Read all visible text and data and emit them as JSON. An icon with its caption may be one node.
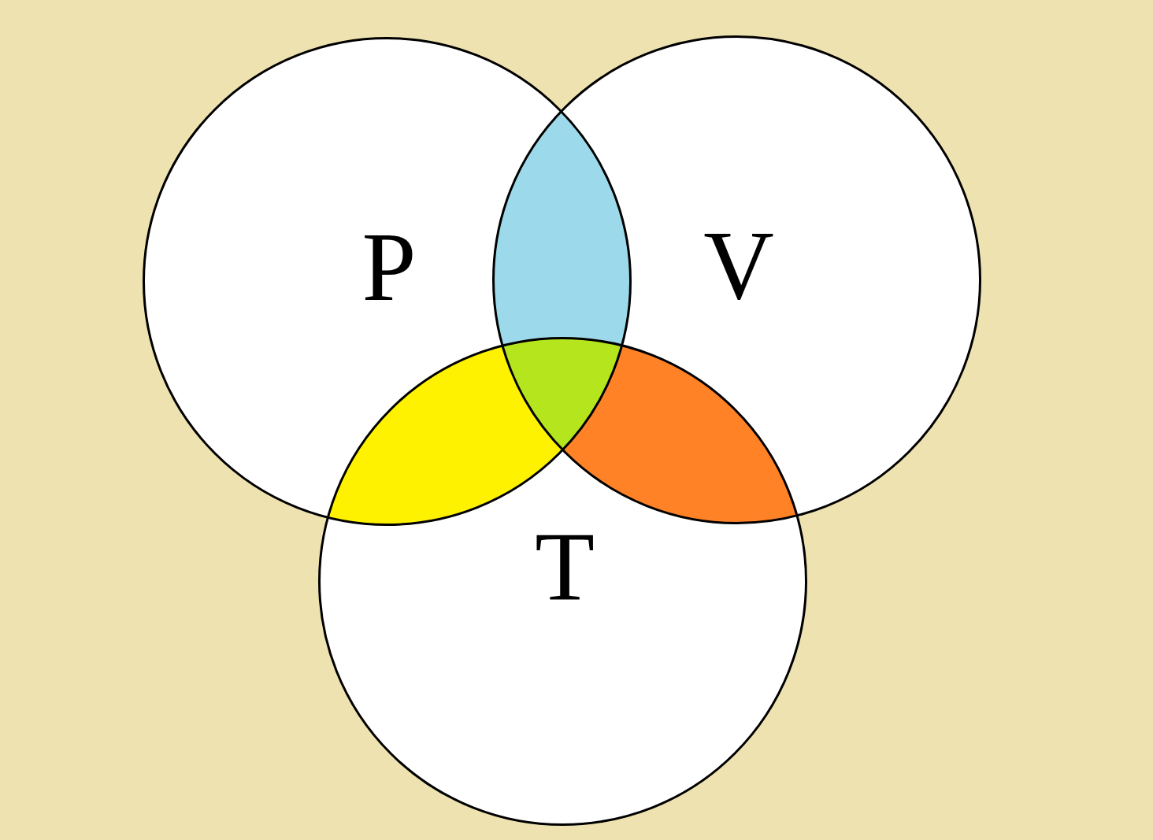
{
  "diagram": {
    "nodes": [
      {
        "text": [
          "P"
        ]
      },
      {
        "text": [
          "V"
        ]
      },
      {
        "text": [
          "T"
        ]
      },
      {
        "text": [],
        "shape": "lens"
      },
      {
        "text": [],
        "shape": "lens"
      },
      {
        "text": [],
        "shape": "lens"
      },
      {
        "text": [],
        "shape": "lens"
      }
    ],
    "edges": []
  }
}
